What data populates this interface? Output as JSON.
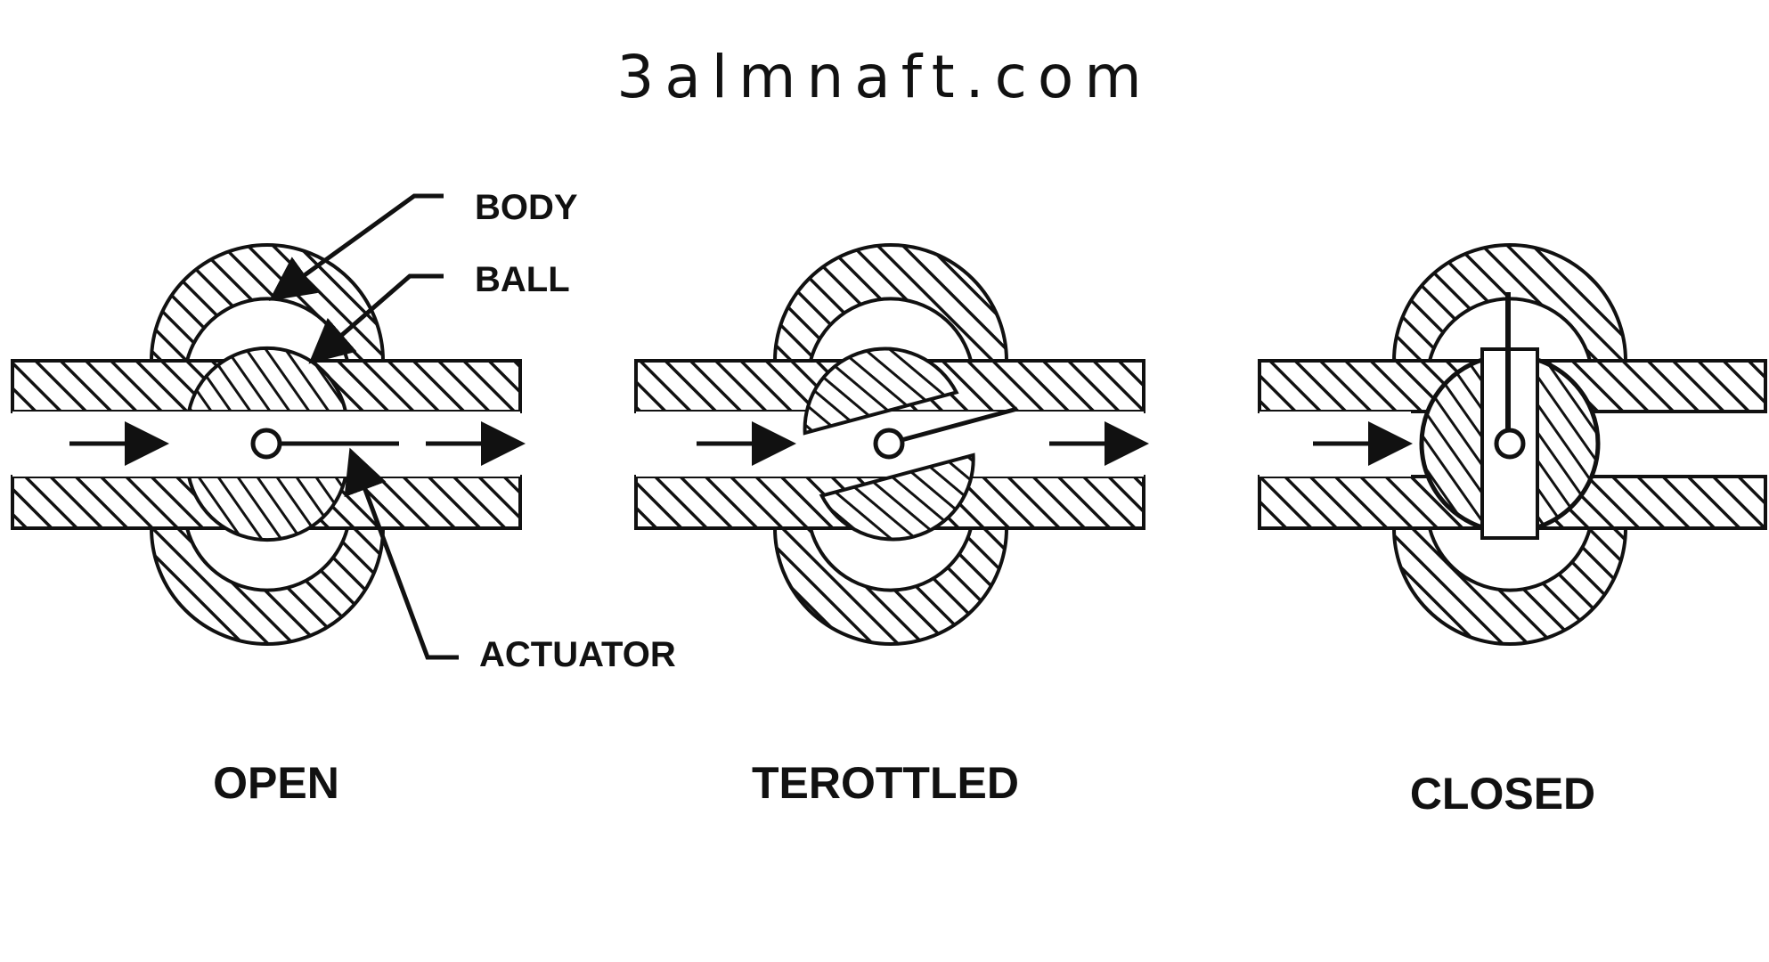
{
  "watermark": "3almnaft.com",
  "labels": {
    "body": "BODY",
    "ball": "BALL",
    "actuator": "ACTUATOR"
  },
  "states": [
    {
      "label": "OPEN"
    },
    {
      "label": "TEROTTLED"
    },
    {
      "label": "CLOSED"
    }
  ],
  "colors": {
    "ink": "#111111",
    "background": "#ffffff"
  }
}
